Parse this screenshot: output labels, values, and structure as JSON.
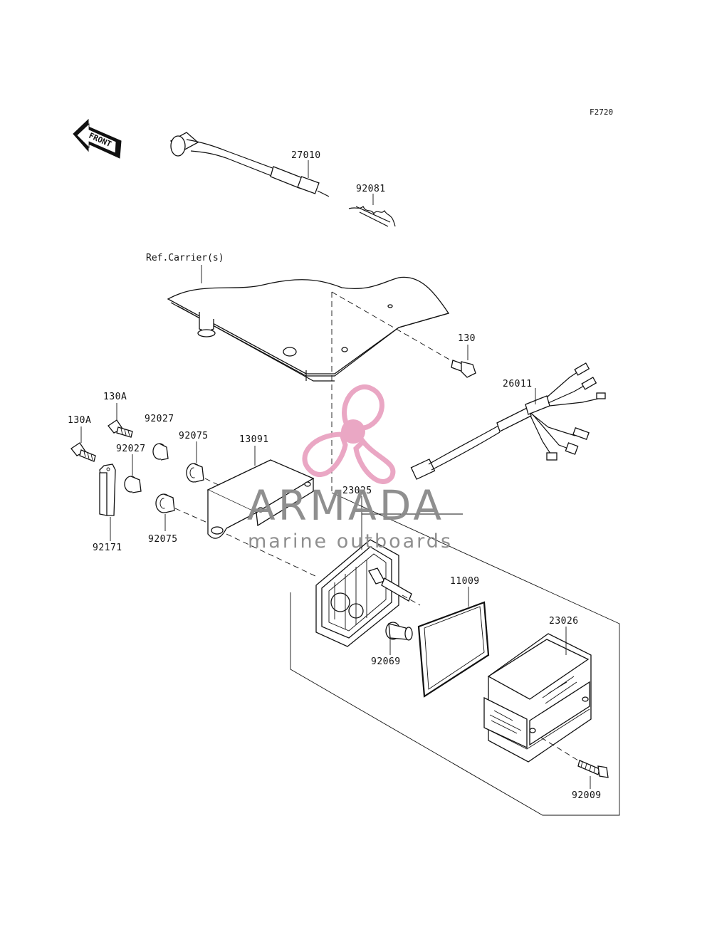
{
  "figure_code": "F2720",
  "front_indicator": "FRONT",
  "reference_label": "Ref.Carrier(s)",
  "parts": {
    "p27010": "27010",
    "p92081": "92081",
    "p130": "130",
    "p26011": "26011",
    "p130A_upper": "130A",
    "p130A_left": "130A",
    "p92027_upper": "92027",
    "p92027_lower": "92027",
    "p92075_upper": "92075",
    "p92075_lower": "92075",
    "p13091": "13091",
    "p23025": "23025",
    "p92171": "92171",
    "p11009": "11009",
    "p23026": "23026",
    "p92069": "92069",
    "p92009": "92009"
  },
  "watermark": {
    "brand": "ARMADA",
    "tagline": "marine outboards",
    "logo_color": "#e9a3c1",
    "text_color": "#8a8a8a"
  }
}
